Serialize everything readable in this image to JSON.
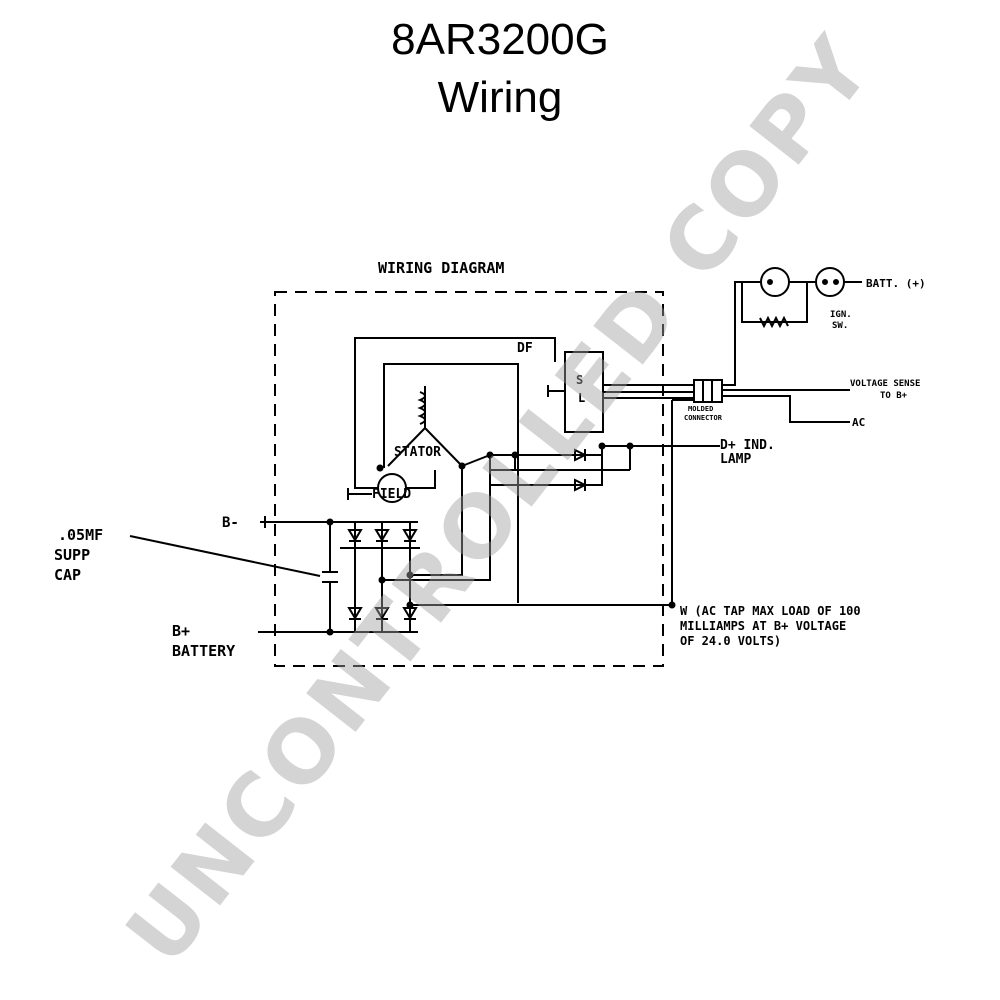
{
  "header": {
    "model": "8AR3200G",
    "subtitle": "Wiring"
  },
  "diagram": {
    "heading": "WIRING DIAGRAM",
    "labels": {
      "df": "DF",
      "stator": "STATOR",
      "field": "FIELD",
      "b_minus": "B-",
      "supp_cap_1": ".05MF",
      "supp_cap_2": "SUPP",
      "supp_cap_3": "CAP",
      "b_plus": "B+",
      "battery": "BATTERY",
      "batt_plus": "BATT. (+)",
      "ign_sw_1": "IGN.",
      "ign_sw_2": "SW.",
      "voltage_sense_1": "VOLTAGE SENSE",
      "voltage_sense_2": "TO B+",
      "connector_1": "MOLDED",
      "connector_2": "CONNECTOR",
      "ac": "AC",
      "d_plus_1": "D+ IND.",
      "d_plus_2": "LAMP",
      "w_tap_1": "W (AC TAP MAX LOAD OF 100",
      "w_tap_2": "MILLIAMPS AT B+ VOLTAGE",
      "w_tap_3": "OF 24.0 VOLTS)",
      "reg_mark_1": "S",
      "reg_mark_2": "L"
    }
  },
  "watermark": "UNCONTROLLED COPY"
}
